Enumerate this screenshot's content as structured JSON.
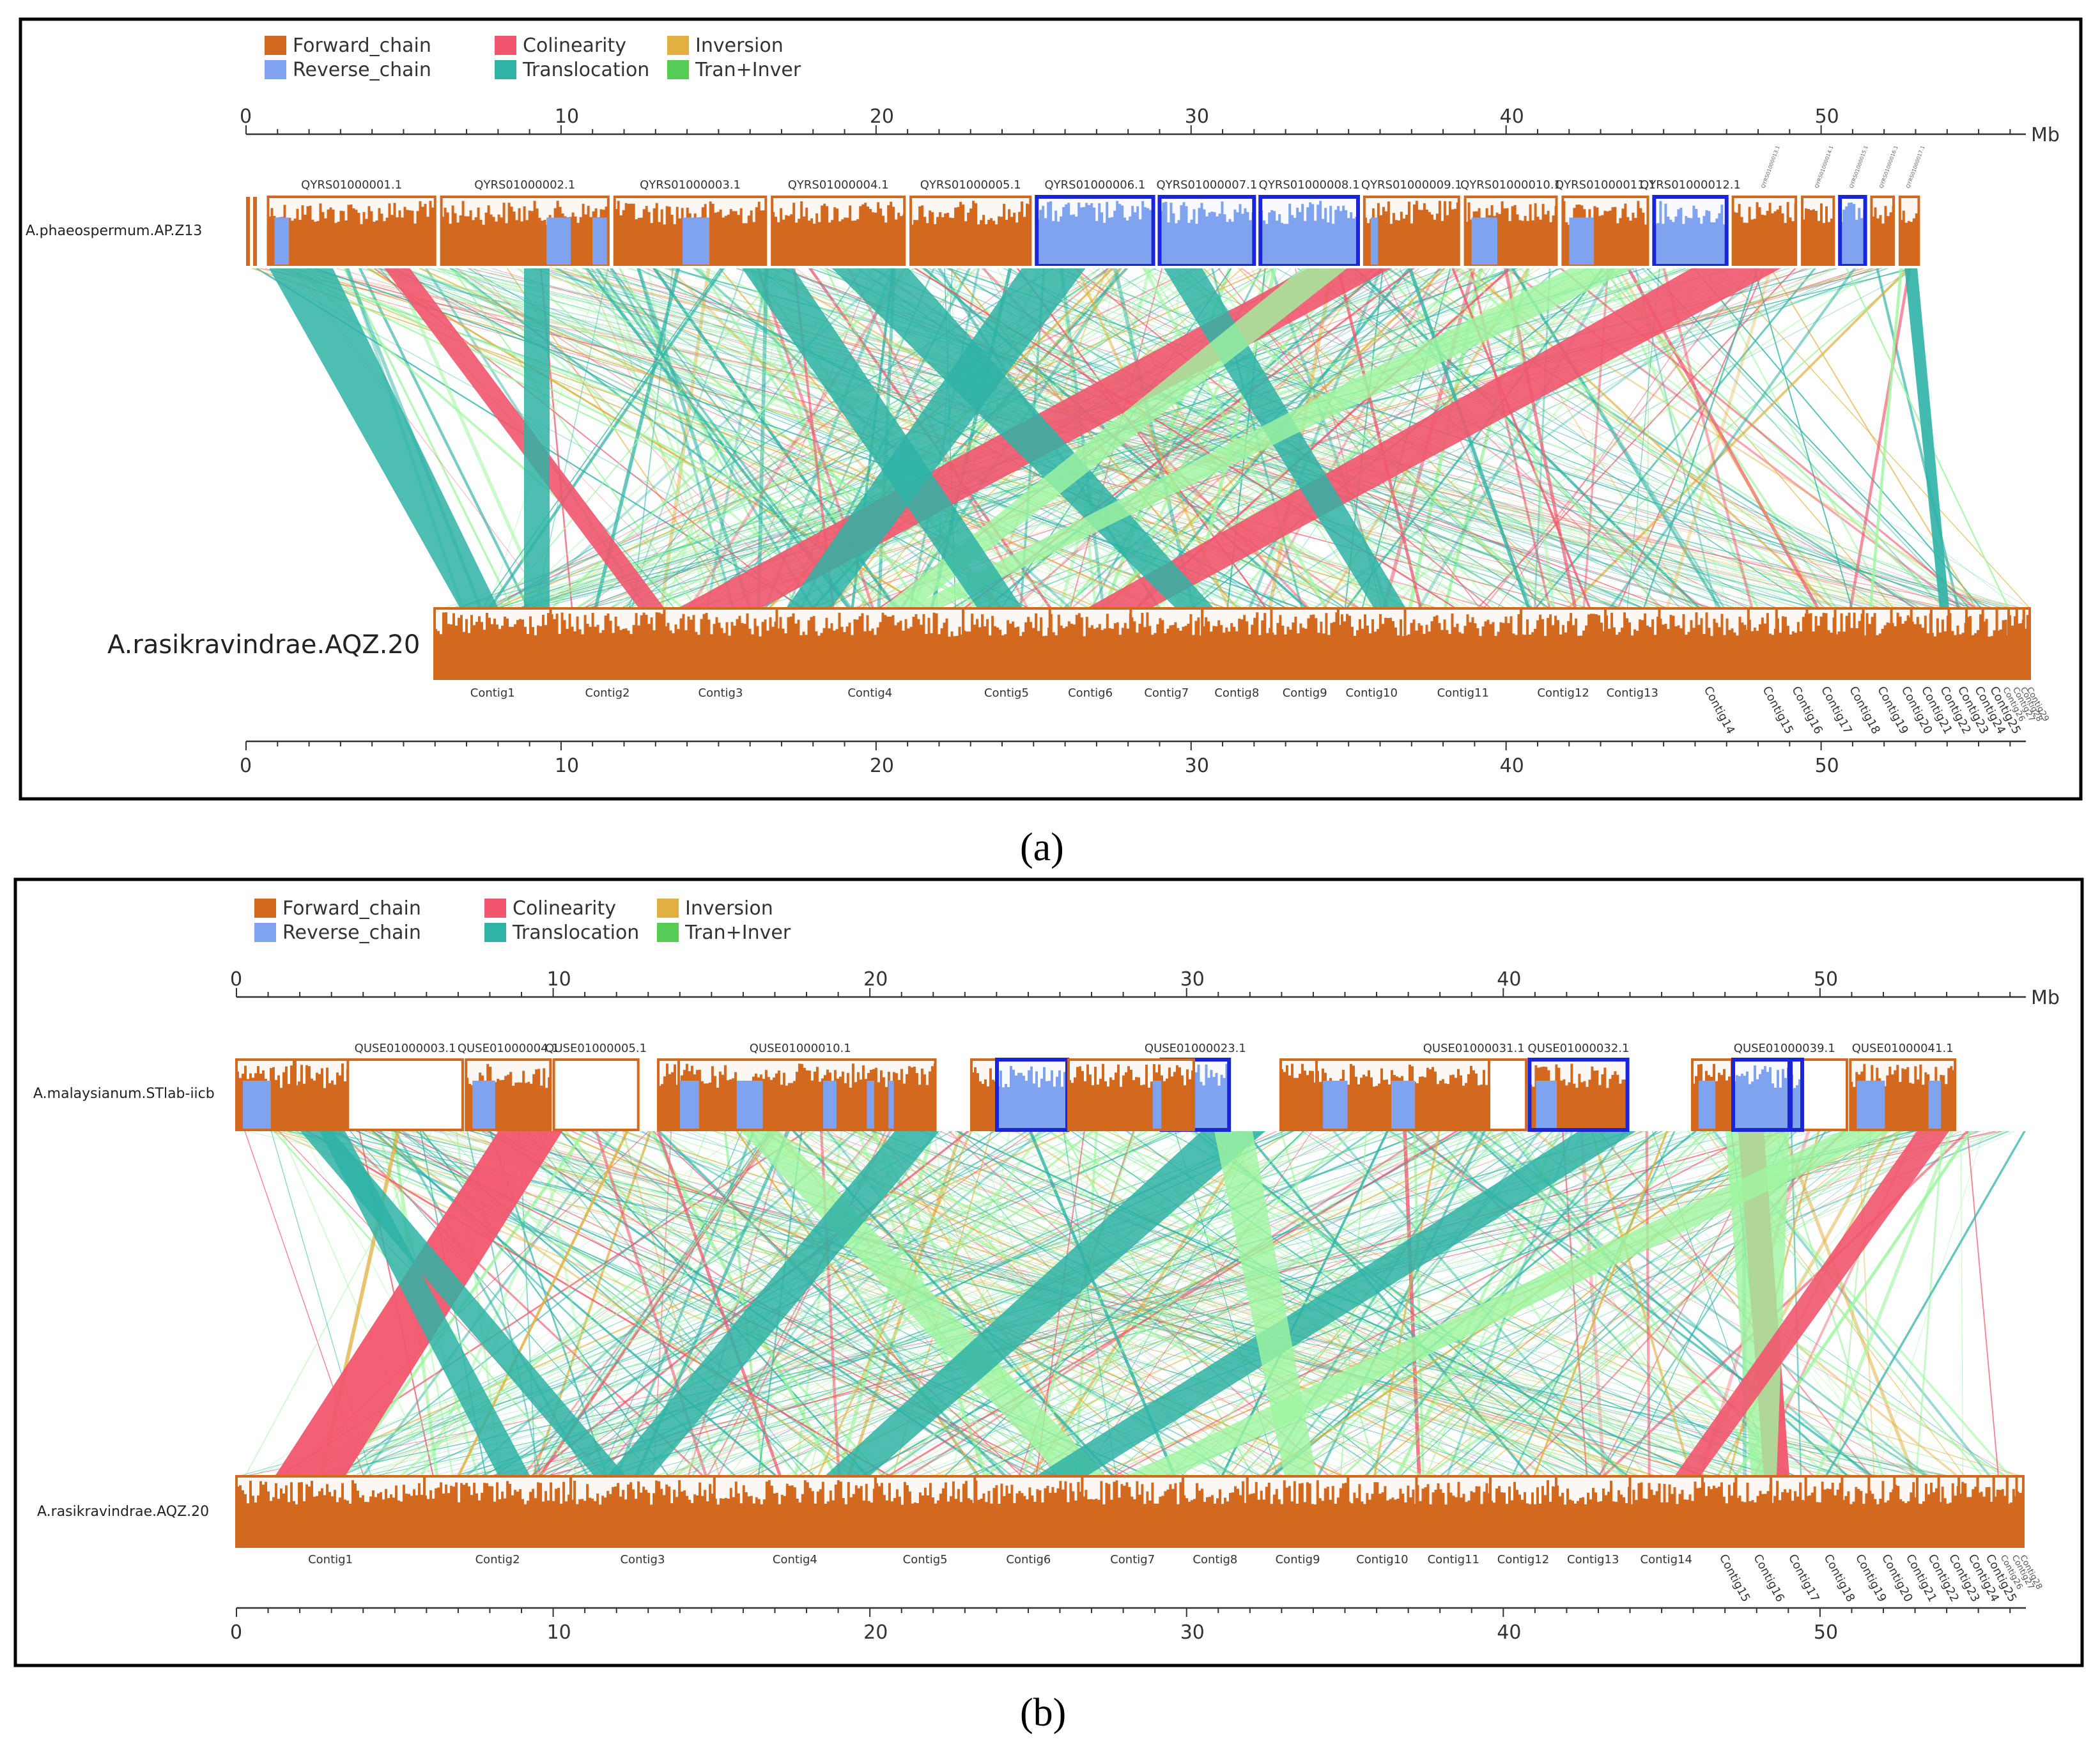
{
  "colors": {
    "forward": "#d2691e",
    "reverse": "#7fa3ee",
    "colinearity": "#f2566e",
    "translocation": "#2fb3a6",
    "inversion": "#e0b040",
    "tran_inver": "#55cc55",
    "light_green": "#9ff5a0",
    "highlight_box": "#1a24d8"
  },
  "legend": {
    "items": [
      {
        "key": "forward",
        "label": "Forward_chain"
      },
      {
        "key": "reverse",
        "label": "Reverse_chain"
      },
      {
        "key": "colinearity",
        "label": "Colinearity"
      },
      {
        "key": "translocation",
        "label": "Translocation"
      },
      {
        "key": "inversion",
        "label": "Inversion"
      },
      {
        "key": "tran_inver",
        "label": "Tran+Inver"
      }
    ]
  },
  "unit": "Mb",
  "panels": [
    {
      "caption": "(a)",
      "top_genome": "A.phaeospermum.AP.Z13",
      "bottom_genome": "A.rasikravindrae.AQZ.20",
      "top_axis_ticks": [
        "0",
        "10",
        "20",
        "30",
        "40",
        "50"
      ],
      "bottom_axis_ticks": [
        "0",
        "10",
        "20",
        "30",
        "40",
        "50"
      ],
      "top_contigs": [
        {
          "label": "QYRS01000001.1",
          "start": 0.7,
          "end": 6.0,
          "strand": "mixed",
          "highlight": false
        },
        {
          "label": "QYRS01000002.1",
          "start": 6.2,
          "end": 11.5,
          "strand": "mixed",
          "highlight": false
        },
        {
          "label": "QYRS01000003.1",
          "start": 11.7,
          "end": 16.5,
          "strand": "mixed",
          "highlight": false
        },
        {
          "label": "QYRS01000004.1",
          "start": 16.7,
          "end": 20.9,
          "strand": "mixed",
          "highlight": false
        },
        {
          "label": "QYRS01000005.1",
          "start": 21.1,
          "end": 24.9,
          "strand": "mixed",
          "highlight": false
        },
        {
          "label": "QYRS01000006.1",
          "start": 25.1,
          "end": 28.8,
          "strand": "reverse",
          "highlight": true
        },
        {
          "label": "QYRS01000007.1",
          "start": 29.0,
          "end": 32.0,
          "strand": "reverse",
          "highlight": true
        },
        {
          "label": "QYRS01000008.1",
          "start": 32.2,
          "end": 35.3,
          "strand": "reverse",
          "highlight": true
        },
        {
          "label": "QYRS01000009.1",
          "start": 35.5,
          "end": 38.5,
          "strand": "mixed",
          "highlight": false
        },
        {
          "label": "QYRS01000010.1",
          "start": 38.7,
          "end": 41.6,
          "strand": "mixed",
          "highlight": false
        },
        {
          "label": "QYRS01000011.1",
          "start": 41.8,
          "end": 44.5,
          "strand": "mixed",
          "highlight": false
        },
        {
          "label": "QYRS01000012.1",
          "start": 44.7,
          "end": 47.0,
          "strand": "reverse",
          "highlight": true
        },
        {
          "label": "QYRS01000013.1",
          "start": 47.2,
          "end": 49.2,
          "strand": "mixed",
          "highlight": false
        },
        {
          "label": "QYRS01000014.1",
          "start": 49.4,
          "end": 50.4,
          "strand": "mixed",
          "highlight": false
        },
        {
          "label": "QYRS01000015.1",
          "start": 50.6,
          "end": 51.4,
          "strand": "reverse",
          "highlight": true
        },
        {
          "label": "QYRS01000016.1",
          "start": 51.6,
          "end": 52.3,
          "strand": "mixed",
          "highlight": false
        },
        {
          "label": "QYRS01000017.1",
          "start": 52.5,
          "end": 53.1,
          "strand": "mixed",
          "highlight": false
        }
      ],
      "bottom_contigs": [
        "Contig1",
        "Contig2",
        "Contig3",
        "Contig4",
        "Contig5",
        "Contig6",
        "Contig7",
        "Contig8",
        "Contig9",
        "Contig10",
        "Contig11",
        "Contig12",
        "Contig13",
        "Contig14",
        "Contig15",
        "Contig16",
        "Contig17",
        "Contig18",
        "Contig19",
        "Contig20",
        "Contig21",
        "Contig22",
        "Contig23",
        "Contig24",
        "Contig25",
        "Contig26",
        "Contig27",
        "Contig28",
        "Contig29"
      ]
    },
    {
      "caption": "(b)",
      "top_genome": "A.malaysianum.STlab-iicb",
      "bottom_genome": "A.rasikravindrae.AQZ.20",
      "top_axis_ticks": [
        "0",
        "10",
        "20",
        "30",
        "40",
        "50"
      ],
      "bottom_axis_ticks": [
        "0",
        "10",
        "20",
        "30",
        "40",
        "50"
      ],
      "top_contigs": [
        {
          "label": "QUSE01000003.1",
          "start": 3.3,
          "end": 6.7,
          "strand": "empty",
          "highlight": false
        },
        {
          "label": "QUSE01000004.1",
          "start": 6.8,
          "end": 9.3,
          "strand": "mixed",
          "highlight": false
        },
        {
          "label": "QUSE01000005.1",
          "start": 9.4,
          "end": 11.9,
          "strand": "empty",
          "highlight": false
        },
        {
          "label": "QUSE01000010.1",
          "start": 12.7,
          "end": 20.7,
          "strand": "mixed",
          "highlight": false
        },
        {
          "label": "QUSE01000023.1",
          "start": 27.4,
          "end": 29.4,
          "strand": "reverse",
          "highlight": true
        },
        {
          "label": "QUSE01000031.1",
          "start": 35.1,
          "end": 38.2,
          "strand": "empty",
          "highlight": false
        },
        {
          "label": "QUSE01000032.1",
          "start": 38.3,
          "end": 41.2,
          "strand": "mixed",
          "highlight": true
        },
        {
          "label": "QUSE01000039.1",
          "start": 44.0,
          "end": 47.7,
          "strand": "empty",
          "highlight": false
        },
        {
          "label": "QUSE01000041.1",
          "start": 47.8,
          "end": 50.9,
          "strand": "mixed",
          "highlight": false
        }
      ],
      "bottom_contigs": [
        "Contig1",
        "Contig2",
        "Contig3",
        "Contig4",
        "Contig5",
        "Contig6",
        "Contig7",
        "Contig8",
        "Contig9",
        "Contig10",
        "Contig11",
        "Contig12",
        "Contig13",
        "Contig14",
        "Contig15",
        "Contig16",
        "Contig17",
        "Contig18",
        "Contig19",
        "Contig20",
        "Contig21",
        "Contig22",
        "Contig23",
        "Contig24",
        "Contig25",
        "Contig26",
        "Contig27",
        "Contig28"
      ]
    }
  ]
}
